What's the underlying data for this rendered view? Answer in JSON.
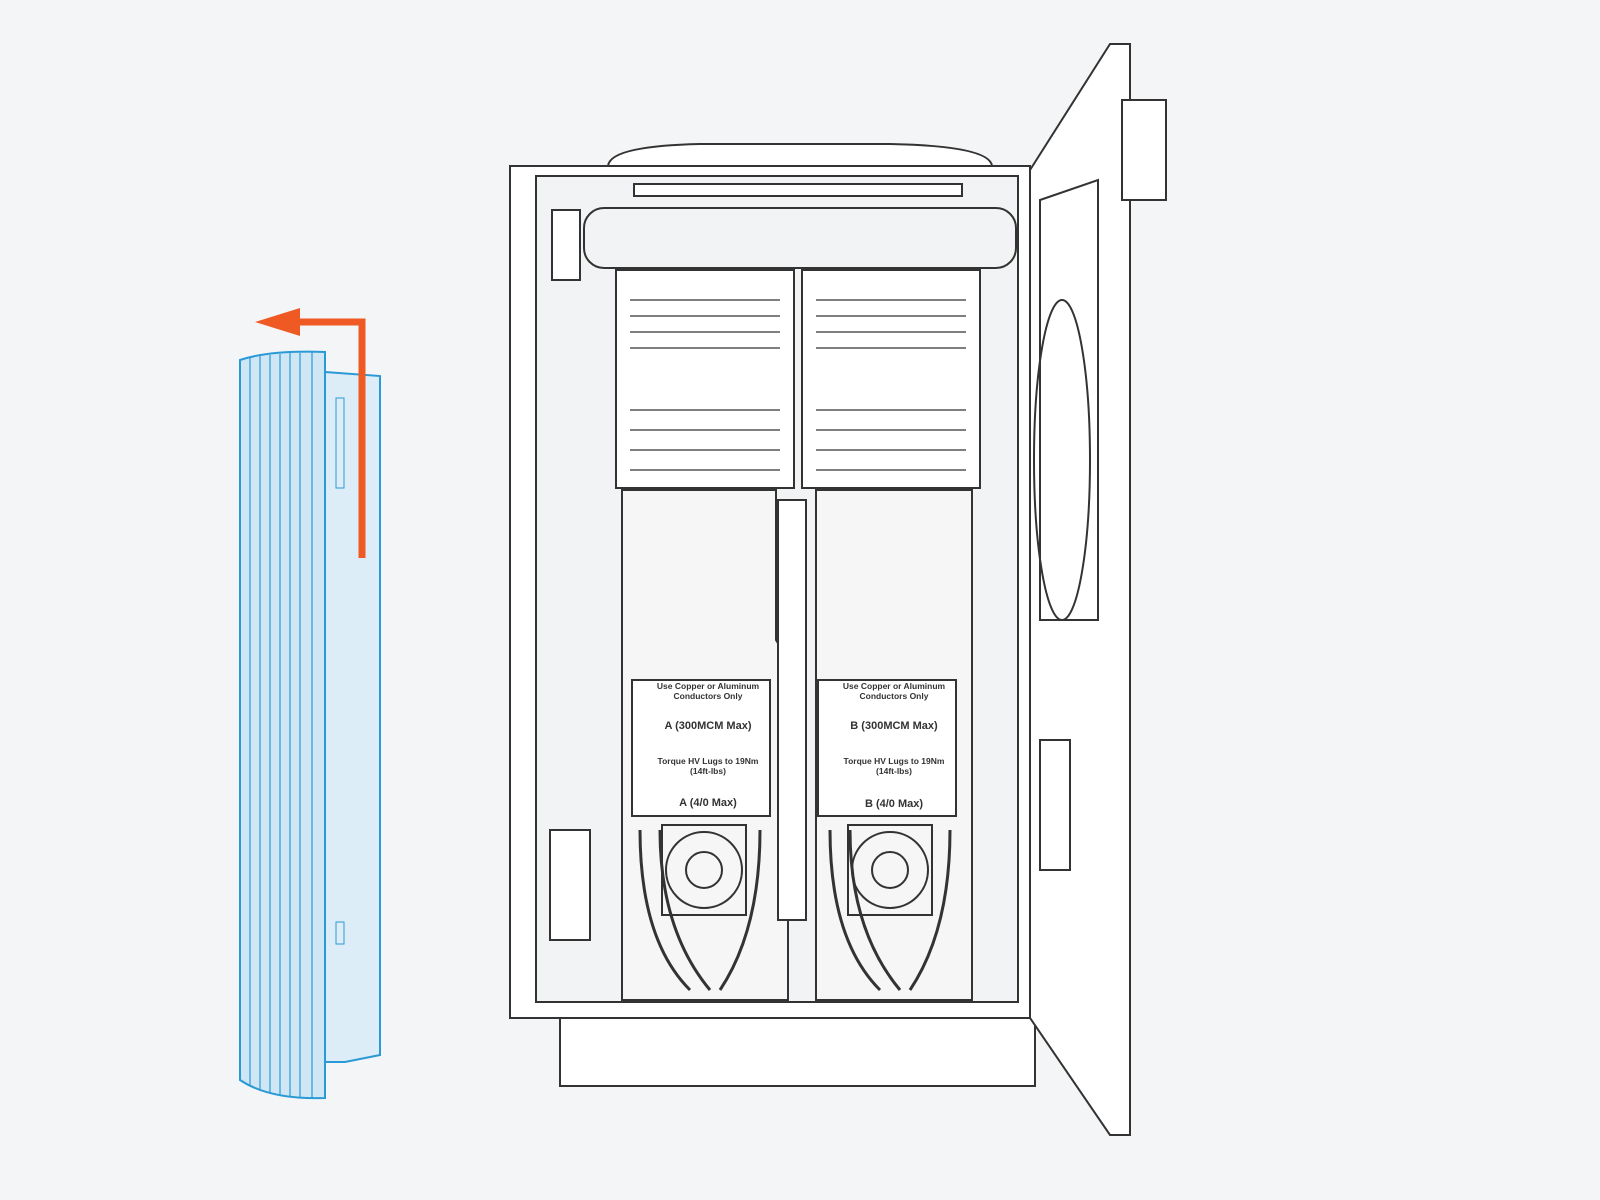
{
  "colors": {
    "background": "#f4f5f6",
    "panel": "#d6eaf6",
    "panel_stroke": "#2a9ad6",
    "arrow": "#ef5a24",
    "line": "#333333"
  },
  "labels": {
    "a_conductors": "Use Copper or Aluminum Conductors Only",
    "b_conductors": "Use Copper or Aluminum Conductors Only",
    "a_max": "A (300MCM Max)",
    "b_max": "B (300MCM Max)",
    "a_torque": "Torque HV Lugs to 19Nm (14ft-lbs)",
    "b_torque": "Torque HV Lugs to 19Nm (14ft-lbs)",
    "a_lug": "A (4/0 Max)",
    "b_lug": "B (4/0 Max)"
  }
}
